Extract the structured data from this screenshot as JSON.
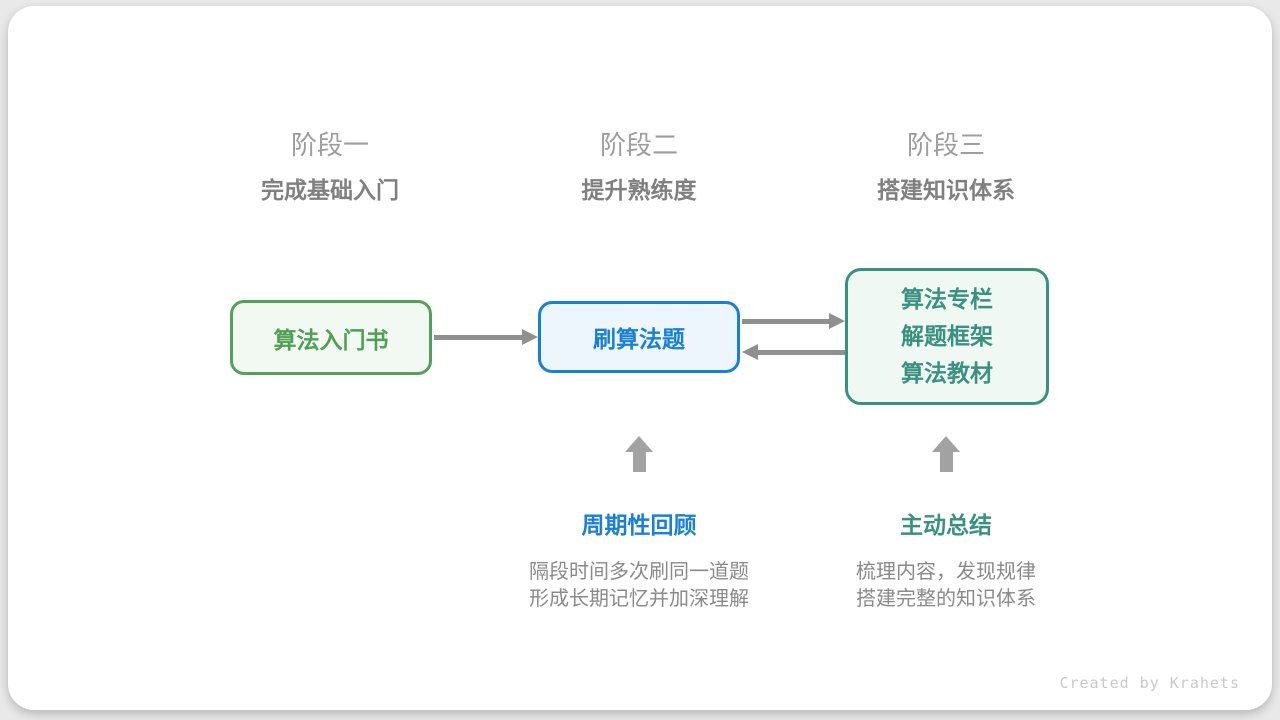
{
  "stages": [
    {
      "label": "阶段一",
      "subtitle": "完成基础入门"
    },
    {
      "label": "阶段二",
      "subtitle": "提升熟练度"
    },
    {
      "label": "阶段三",
      "subtitle": "搭建知识体系"
    }
  ],
  "nodes": {
    "intro_book": {
      "label": "算法入门书"
    },
    "practice": {
      "label": "刷算法题"
    },
    "resources": {
      "lines": [
        "算法专栏",
        "解题框架",
        "算法教材"
      ]
    }
  },
  "annotations": [
    {
      "title": "周期性回顾",
      "lines": [
        "隔段时间多次刷同一道题",
        "形成长期记忆并加深理解"
      ],
      "color": "#1a80d6"
    },
    {
      "title": "主动总结",
      "lines": [
        "梳理内容，发现规律",
        "搭建完整的知识体系"
      ],
      "color": "#3a917f"
    }
  ],
  "credit": "Created by Krahets",
  "colors": {
    "node_green_border": "#55a05a",
    "node_green_fill": "#f2f9f2",
    "node_blue_border": "#1a80d6",
    "node_blue_fill": "#edf6fd",
    "node_teal_border": "#3a917f",
    "node_teal_fill": "#eff8f3",
    "arrow_gray": "#909090",
    "up_arrow_gray": "#a2a2a2",
    "stage_label_gray": "#9d9d9d",
    "stage_subtitle_gray": "#808080",
    "description_gray": "#8a8a8a",
    "credit_gray": "#c9c9c9",
    "card_background": "#ffffff",
    "page_background": "#e9e9e9"
  }
}
